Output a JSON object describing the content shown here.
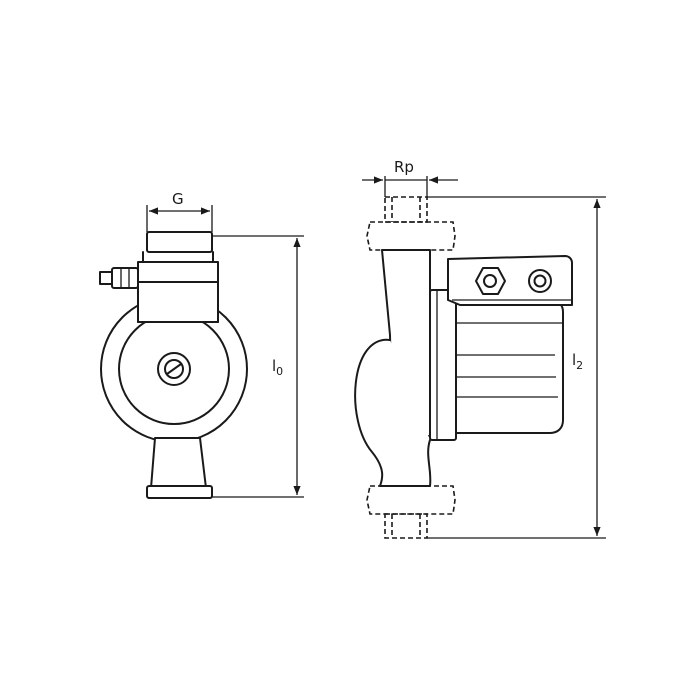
{
  "labels": {
    "g": "G",
    "l0_main": "l",
    "l0_sub": "0",
    "rp": "Rp",
    "l2_main": "l",
    "l2_sub": "2"
  },
  "colors": {
    "line": "#1a1a1a",
    "background": "#ffffff"
  }
}
